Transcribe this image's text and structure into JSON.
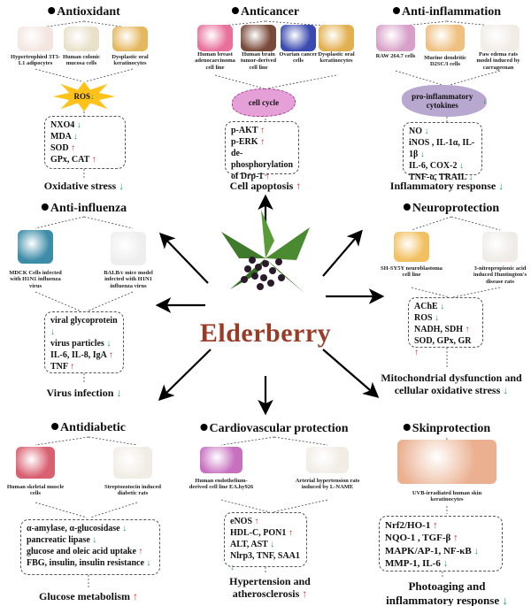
{
  "center": {
    "name": "Elderberry"
  },
  "colors": {
    "up": "#e0201c",
    "down": "#23a05a",
    "center_text": "#9a3b28"
  },
  "panels": [
    {
      "id": "antioxidant",
      "title": "Antioxidant",
      "models": [
        "Hypertrophied 3T3-L1 adipocytes",
        "Human colonic mucosa cells",
        "Dysplastic oral keratinocytes"
      ],
      "mediator": {
        "text": "ROS",
        "dir": "down"
      },
      "effects": [
        {
          "text": "NXO4",
          "dir": "down"
        },
        {
          "text": "MDA",
          "dir": "down"
        },
        {
          "text": "SOD",
          "dir": "up"
        },
        {
          "text": "GPx, CAT",
          "dir": "up"
        }
      ],
      "outcome": {
        "text": "Oxidative stress",
        "dir": "down"
      }
    },
    {
      "id": "anticancer",
      "title": "Anticancer",
      "models": [
        "Human breast adenocarcinoma cell line",
        "Human brain tumor-derived cell line",
        "Ovarian cancer cells",
        "Dysplastic oral keratinocytes"
      ],
      "mediator": {
        "text": "cell cycle",
        "dir": ""
      },
      "effects": [
        {
          "text": "p-AKT",
          "dir": "up"
        },
        {
          "text": "p-ERK",
          "dir": "up"
        },
        {
          "text": "de-phosphorylation",
          "dir": ""
        },
        {
          "text": "of Drp-1",
          "dir": "up"
        }
      ],
      "outcome": {
        "text": "Cell apoptosis",
        "dir": "up"
      }
    },
    {
      "id": "anti-inflammation",
      "title": "Anti-inflammation",
      "models": [
        "RAW 264.7 cells",
        "Murine dendritic D2SC/I cells",
        "Paw edema rats model induced by carrageenan"
      ],
      "mediator": {
        "text": "pro-inflammatory cytokines",
        "dir": "down"
      },
      "effects": [
        {
          "text": "NO",
          "dir": "down"
        },
        {
          "text": "iNOS , IL-1α, IL-1β",
          "dir": "down"
        },
        {
          "text": "IL-6, COX-2",
          "dir": "down"
        },
        {
          "text": "TNF-α, TRAIL",
          "dir": "down"
        }
      ],
      "outcome": {
        "text": "Inflammatory response",
        "dir": "down"
      }
    },
    {
      "id": "anti-influenza",
      "title": "Anti-influenza",
      "models": [
        "MDCK Cells infected with H1N1 influenza virus",
        "BALB/c mice model infected with H1N1 influenza virus"
      ],
      "effects": [
        {
          "text": "viral glycoprotein",
          "dir": "down"
        },
        {
          "text": "virus particles",
          "dir": "down"
        },
        {
          "text": "IL-6, IL-8, IgA",
          "dir": "up"
        },
        {
          "text": "TNF",
          "dir": "up"
        }
      ],
      "outcome": {
        "text": "Virus infection",
        "dir": "down"
      }
    },
    {
      "id": "neuroprotection",
      "title": "Neuroprotection",
      "models": [
        "SH-SY5Y neuroblastoma cell line",
        "3-nitropropionic acid induced Huntington's disease rats"
      ],
      "effects": [
        {
          "text": "AChE",
          "dir": "down"
        },
        {
          "text": "ROS",
          "dir": "down"
        },
        {
          "text": "NADH, SDH",
          "dir": "up"
        },
        {
          "text": "SOD, GPx, GR",
          "dir": "up"
        }
      ],
      "outcome": {
        "text": "Mitochondrial dysfunction and cellular oxidative stress",
        "dir": "down"
      }
    },
    {
      "id": "antidiabetic",
      "title": "Antidiabetic",
      "models": [
        "Human skeletal muscle cells",
        "Streptozotocin induced diabetic rats"
      ],
      "effects": [
        {
          "text": "α-amylase, α-glucosidase",
          "dir": "down"
        },
        {
          "text": "pancreatic lipase",
          "dir": "down"
        },
        {
          "text": "glucose and oleic acid uptake",
          "dir": "up"
        },
        {
          "text": "FBG, insulin, insulin resistance",
          "dir": "down"
        }
      ],
      "outcome": {
        "text": "Glucose metabolism",
        "dir": "up"
      }
    },
    {
      "id": "cardiovascular",
      "title": "Cardiovascular protection",
      "models": [
        "Human endothelium-derived cell line EA.hy926",
        "Arterial hypertension rats induced by L-NAME"
      ],
      "effects": [
        {
          "text": "eNOS",
          "dir": "up"
        },
        {
          "text": "HDL-C, PON1",
          "dir": "up"
        },
        {
          "text": "ALT, AST",
          "dir": "down"
        },
        {
          "text": "Nlrp3, TNF, SAA1",
          "dir": "down"
        }
      ],
      "outcome": {
        "text": "Hypertension and atherosclerosis",
        "dir": "up"
      }
    },
    {
      "id": "skinprotection",
      "title": "Skinprotection",
      "models": [
        "UVB-irradiated human skin keratinocytes"
      ],
      "effects": [
        {
          "text": "Nrf2/HO-1",
          "dir": "up"
        },
        {
          "text": "NQO-1 , TGF-β",
          "dir": "up"
        },
        {
          "text": "MAPK/AP-1, NF-κB",
          "dir": "down"
        },
        {
          "text": "MMP-1, IL-6",
          "dir": "down"
        }
      ],
      "outcome": {
        "text": "Photoaging and inflammatory response",
        "dir": "down"
      }
    }
  ]
}
